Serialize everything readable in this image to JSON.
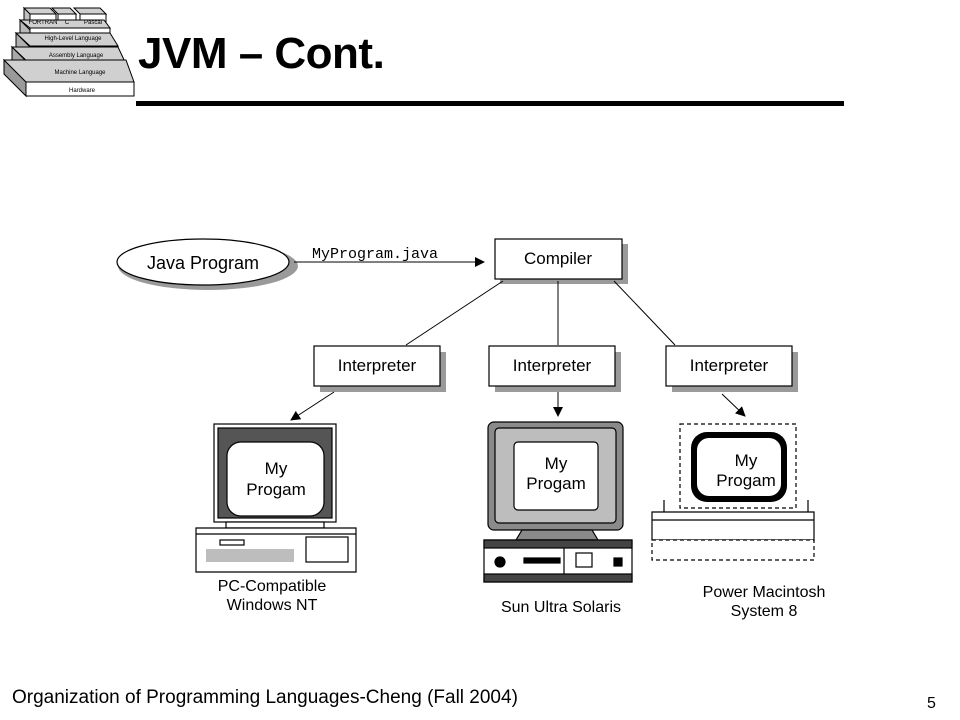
{
  "slide": {
    "title": "JVM – Cont.",
    "footer": "Organization of Programming Languages-Cheng (Fall 2004)",
    "page_number": "5"
  },
  "logo": {
    "levels": {
      "top_left": "FORTRAN",
      "top_mid": "C",
      "top_right": "Pascal",
      "high_level": "High-Level Language",
      "assembly": "Assembly Language",
      "machine": "Machine Language",
      "hardware": "Hardware"
    }
  },
  "diagram": {
    "source": "Java Program",
    "file_label": "MyProgram.java",
    "compiler": "Compiler",
    "interpreters": [
      "Interpreter",
      "Interpreter",
      "Interpreter"
    ],
    "screen_text": [
      "My",
      "Progam"
    ],
    "platforms": [
      {
        "line1": "PC-Compatible",
        "line2": "Windows NT"
      },
      {
        "line1": "Sun Ultra Solaris",
        "line2": ""
      },
      {
        "line1": "Power Macintosh",
        "line2": "System 8"
      }
    ]
  }
}
